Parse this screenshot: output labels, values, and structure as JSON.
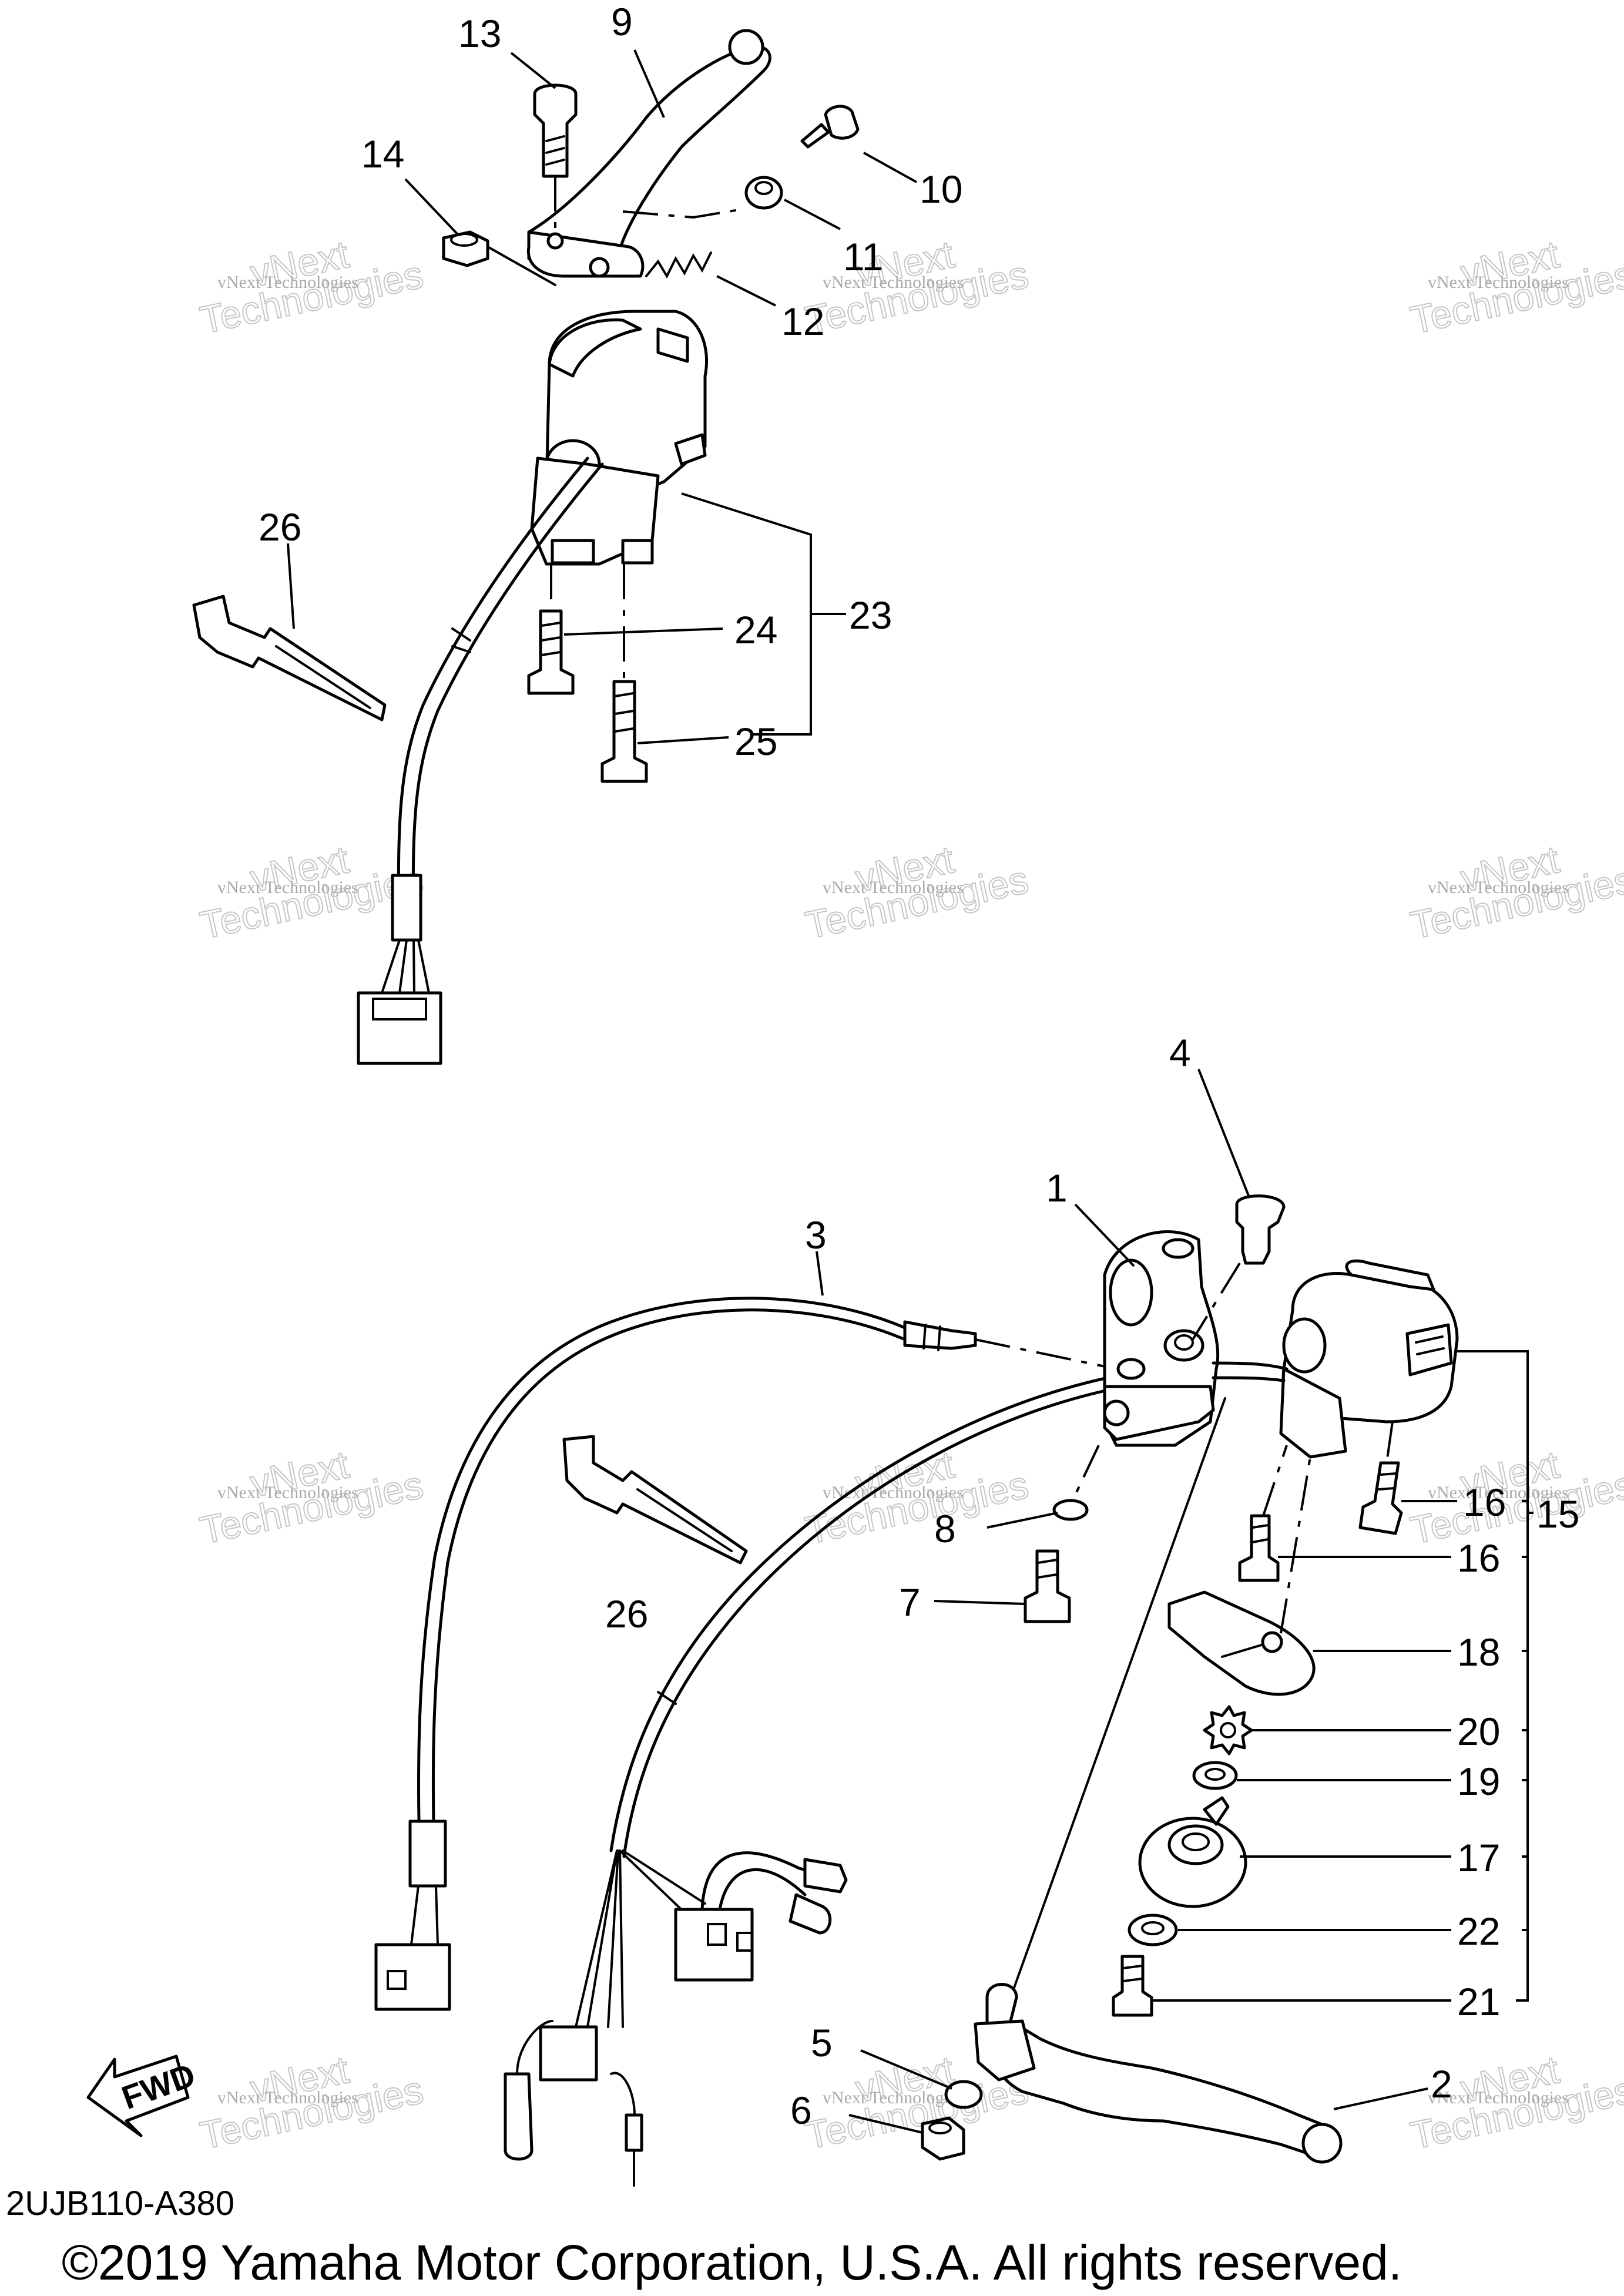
{
  "diagram": {
    "code": "2UJB110-A380",
    "copyright": "©2019 Yamaha Motor Corporation, U.S.A. All rights reserved.",
    "fwd_label": "FWD",
    "watermark": {
      "line1": "vNext Technologies",
      "line2a": "vNext",
      "line2b": "Technologies"
    },
    "callouts": {
      "c1": "1",
      "c2": "2",
      "c3": "3",
      "c4": "4",
      "c5": "5",
      "c6": "6",
      "c7": "7",
      "c8": "8",
      "c9": "9",
      "c10": "10",
      "c11": "11",
      "c12": "12",
      "c13": "13",
      "c14": "14",
      "c15": "15",
      "c16a": "16",
      "c16b": "16",
      "c17": "17",
      "c18": "18",
      "c19": "19",
      "c20": "20",
      "c21": "21",
      "c22": "22",
      "c23": "23",
      "c24": "24",
      "c25": "25",
      "c26a": "26",
      "c26b": "26"
    }
  }
}
